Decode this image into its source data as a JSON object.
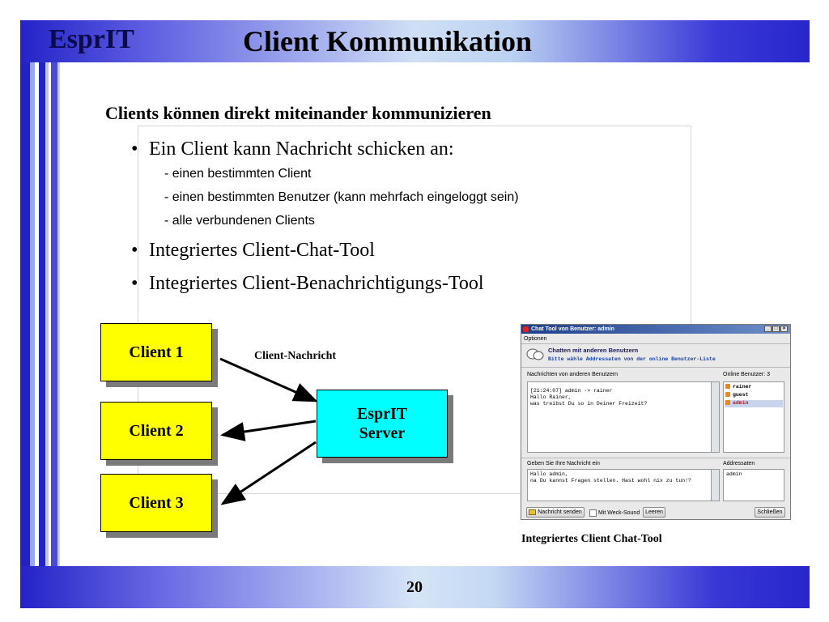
{
  "slide": {
    "logo": "EsprIT",
    "title": "Client Kommunikation",
    "page_number": "20"
  },
  "content": {
    "heading": "Clients können direkt miteinander kommunizieren",
    "bullet_symbol": "•",
    "bullets": [
      "Ein Client kann Nachricht schicken an:",
      "Integriertes Client-Chat-Tool",
      "Integriertes Client-Benachrichtigungs-Tool"
    ],
    "sub_items": [
      "- einen bestimmten Client",
      "- einen bestimmten Benutzer (kann mehrfach eingeloggt sein)",
      "- alle verbundenen Clients"
    ]
  },
  "diagram": {
    "clients": [
      "Client 1",
      "Client 2",
      "Client 3"
    ],
    "server_line1": "EsprIT",
    "server_line2": "Server",
    "arrow_label": "Client-Nachricht",
    "colors": {
      "client": "#ffff00",
      "server": "#00ffff"
    }
  },
  "chat_window": {
    "title": "Chat Tool von Benutzer: admin",
    "menu": "Optionen",
    "header_title": "Chatten mit anderen Benutzern",
    "header_subtitle": "Bitte wähle Addressaten von der online Benutzer-Liste",
    "messages_label": "Nachrichten von anderen Benutzern",
    "messages": [
      "[21:24:07] admin -> rainer",
      "Hallo Rainer,",
      "was treibst Du so in Deiner Freizeit?"
    ],
    "online_label": "Online Benutzer: 3",
    "online_users": [
      "rainer",
      "guest",
      "admin"
    ],
    "input_label": "Geben Sie Ihre Nachricht ein",
    "input_text": [
      "Hallo admin,",
      "na Du kannst Fragen stellen. Hast wohl nix zu tun!?"
    ],
    "addressees_label": "Addressaten",
    "addressee": "admin",
    "buttons": {
      "send": "Nachricht senden",
      "wake_sound": "Mit Weck-Sound",
      "clear": "Leeren",
      "close": "Schließen"
    },
    "window_controls": [
      "_",
      "□",
      "×"
    ]
  },
  "caption": "Integriertes Client Chat-Tool"
}
